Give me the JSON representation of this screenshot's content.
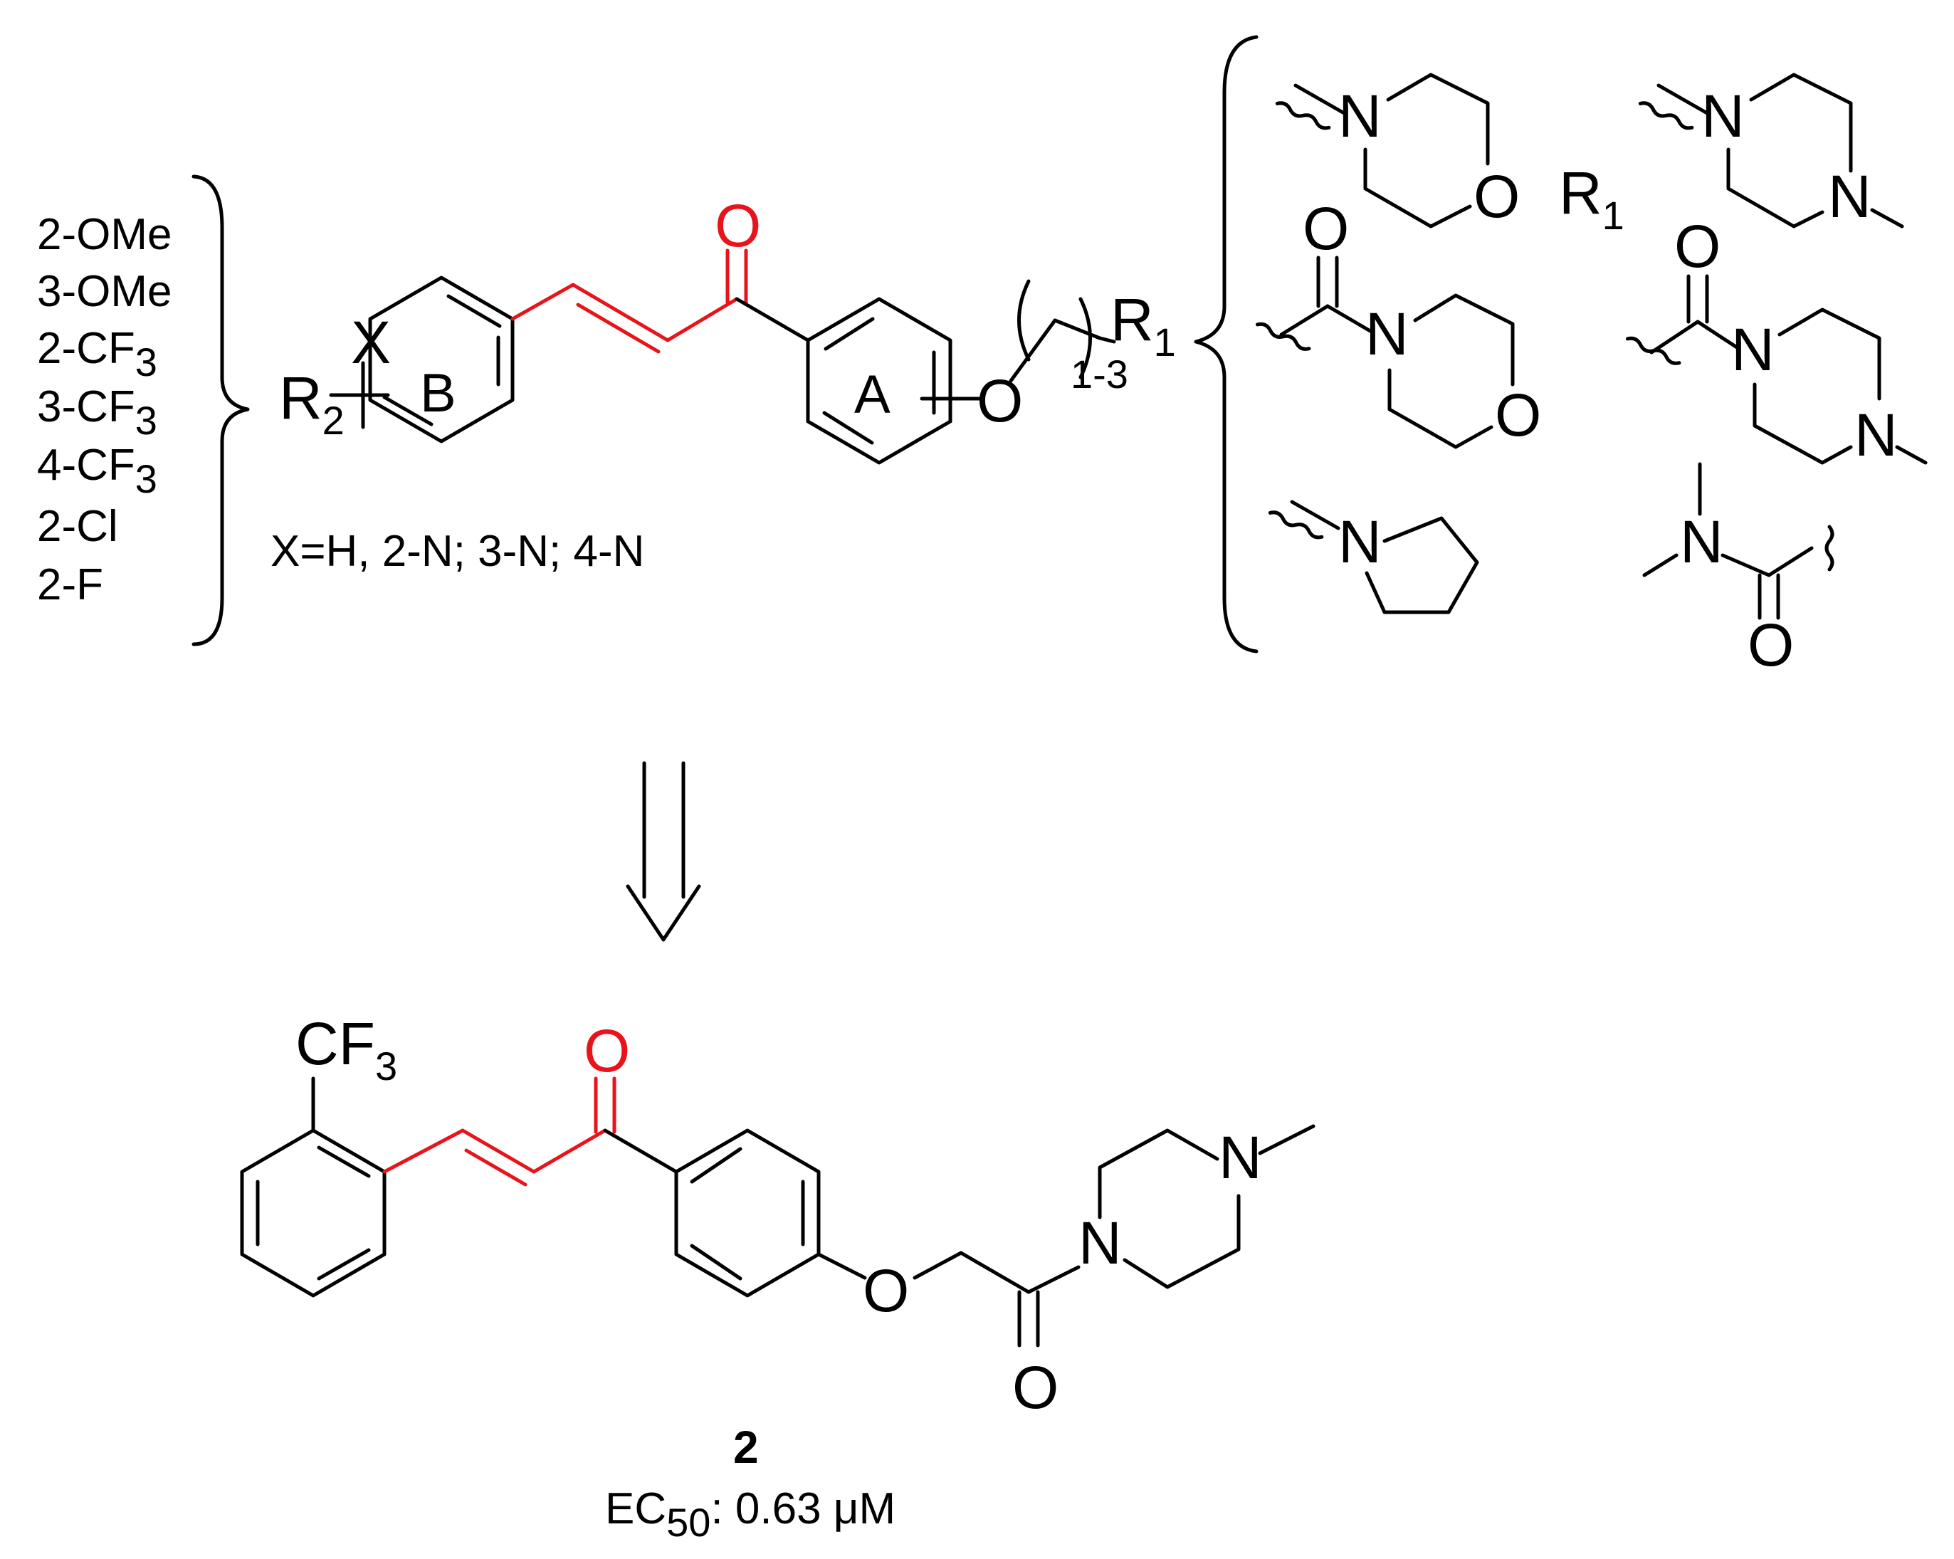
{
  "r2_substituents": [
    "2-OMe",
    "3-OMe",
    "2-CF",
    "3-CF",
    "4-CF",
    "2-Cl",
    "2-F"
  ],
  "r2_substituent_subscripts": [
    "",
    "",
    "3",
    "3",
    "3",
    "",
    ""
  ],
  "x_definition": "X=H, 2-N; 3-N; 4-N",
  "scaffold": {
    "r2_label": "R",
    "r2_sub": "2",
    "x_label": "X",
    "ring_b_label": "B",
    "ring_a_label": "A",
    "carbonyl_o": "O",
    "ether_o": "O",
    "chain_sub": "1-3",
    "r1_label": "R",
    "r1_sub": "1"
  },
  "r1_options": {
    "heading": "R",
    "heading_sub": "1",
    "n": "N",
    "o": "O"
  },
  "product": {
    "cf3_text": "CF",
    "cf3_sub": "3",
    "carbonyl_o": "O",
    "ether_o": "O",
    "amide_o": "O",
    "n": "N",
    "compound_number": "2",
    "ec50_label": "EC",
    "ec50_sub": "50",
    "ec50_value": ": 0.63 μM"
  },
  "colors": {
    "highlight": "#e8141b",
    "ink": "#000000"
  }
}
